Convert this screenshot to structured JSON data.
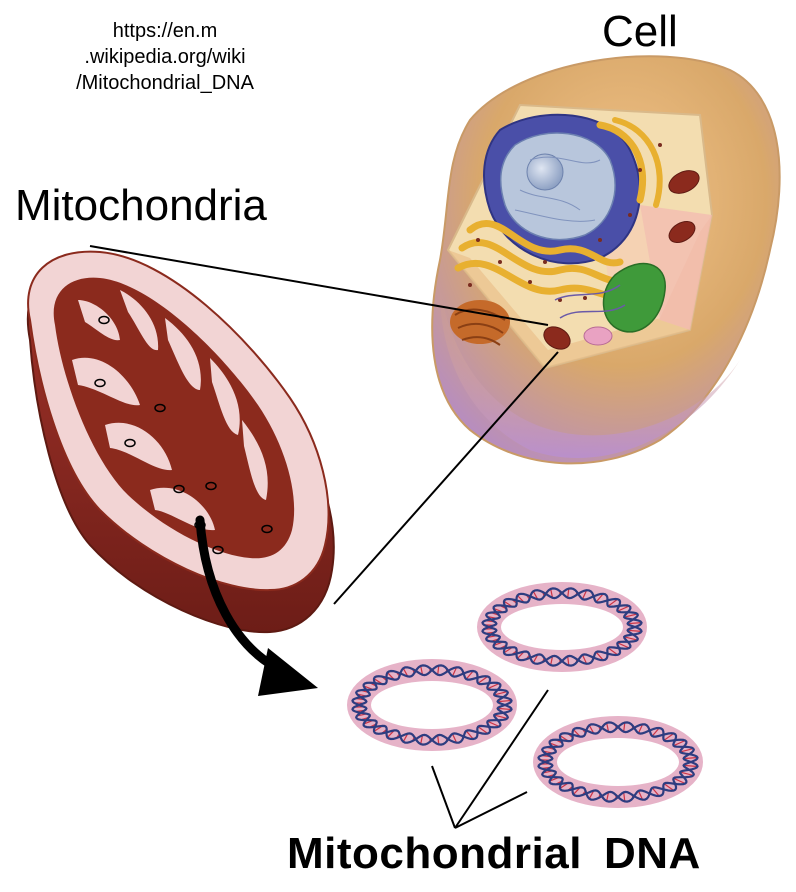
{
  "source": {
    "lines": [
      "https://en.m",
      ".wikipedia.org/wiki",
      "/Mitochondrial_DNA"
    ]
  },
  "labels": {
    "cell": "Cell",
    "mitochondria": "Mitochondria",
    "mtdna_word1": "Mitochondrial",
    "mtdna_word2": "DNA"
  },
  "colors": {
    "cell_membrane": "#d9a86a",
    "cell_cytoplasm_shadow": "#b48cc8",
    "nucleus": "#4a4fa8",
    "mitochondrion_outer": "#e9c6c6",
    "mitochondrion_inner": "#8b2a1d",
    "dna_ring": "#e6b3c8",
    "dna_strand": "#2e3d80",
    "dna_rungs": "#cc3344",
    "chloroplast_like": "#3f9a3a",
    "golgi": "#e8b030"
  }
}
